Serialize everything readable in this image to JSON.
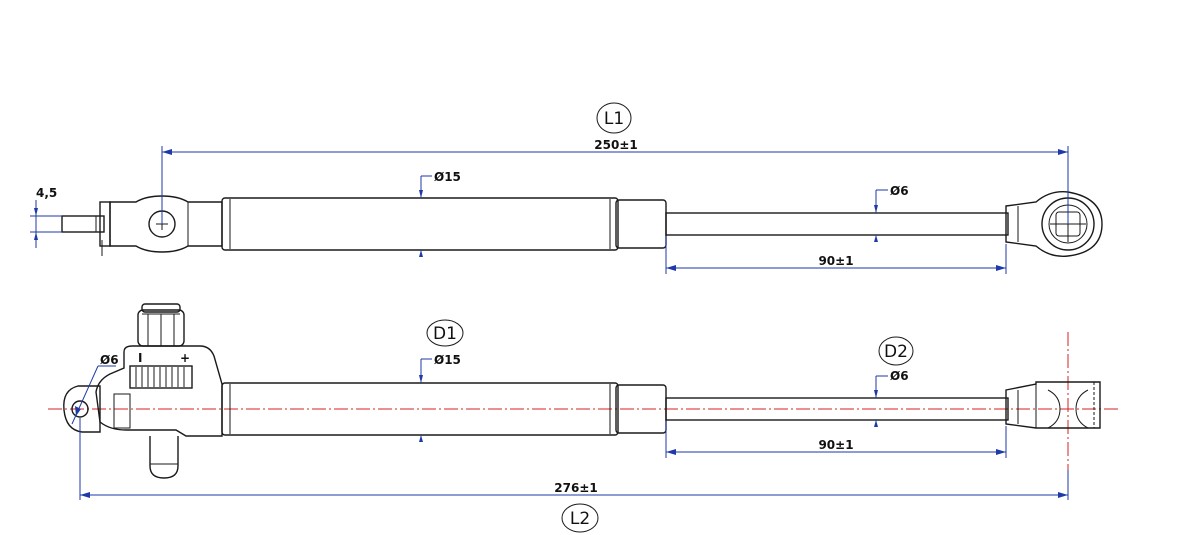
{
  "labels": {
    "L1": "L1",
    "L2": "L2",
    "D1": "D1",
    "D2": "D2"
  },
  "dimensions": {
    "top_length": "250±1",
    "top_body_dia": "Ø15",
    "top_rod_dia": "Ø6",
    "top_stroke": "90±1",
    "pin_offset": "4,5",
    "bottom_length": "276±1",
    "bottom_eye_dia": "Ø6",
    "bottom_body_dia": "Ø15",
    "bottom_rod_dia": "Ø6",
    "bottom_stroke": "90±1"
  },
  "adjuster": {
    "minus": "I",
    "plus": "+"
  },
  "colors": {
    "outline": "#1a1a1a",
    "dimension": "#1f3aa8",
    "centerline": "#d42020"
  }
}
